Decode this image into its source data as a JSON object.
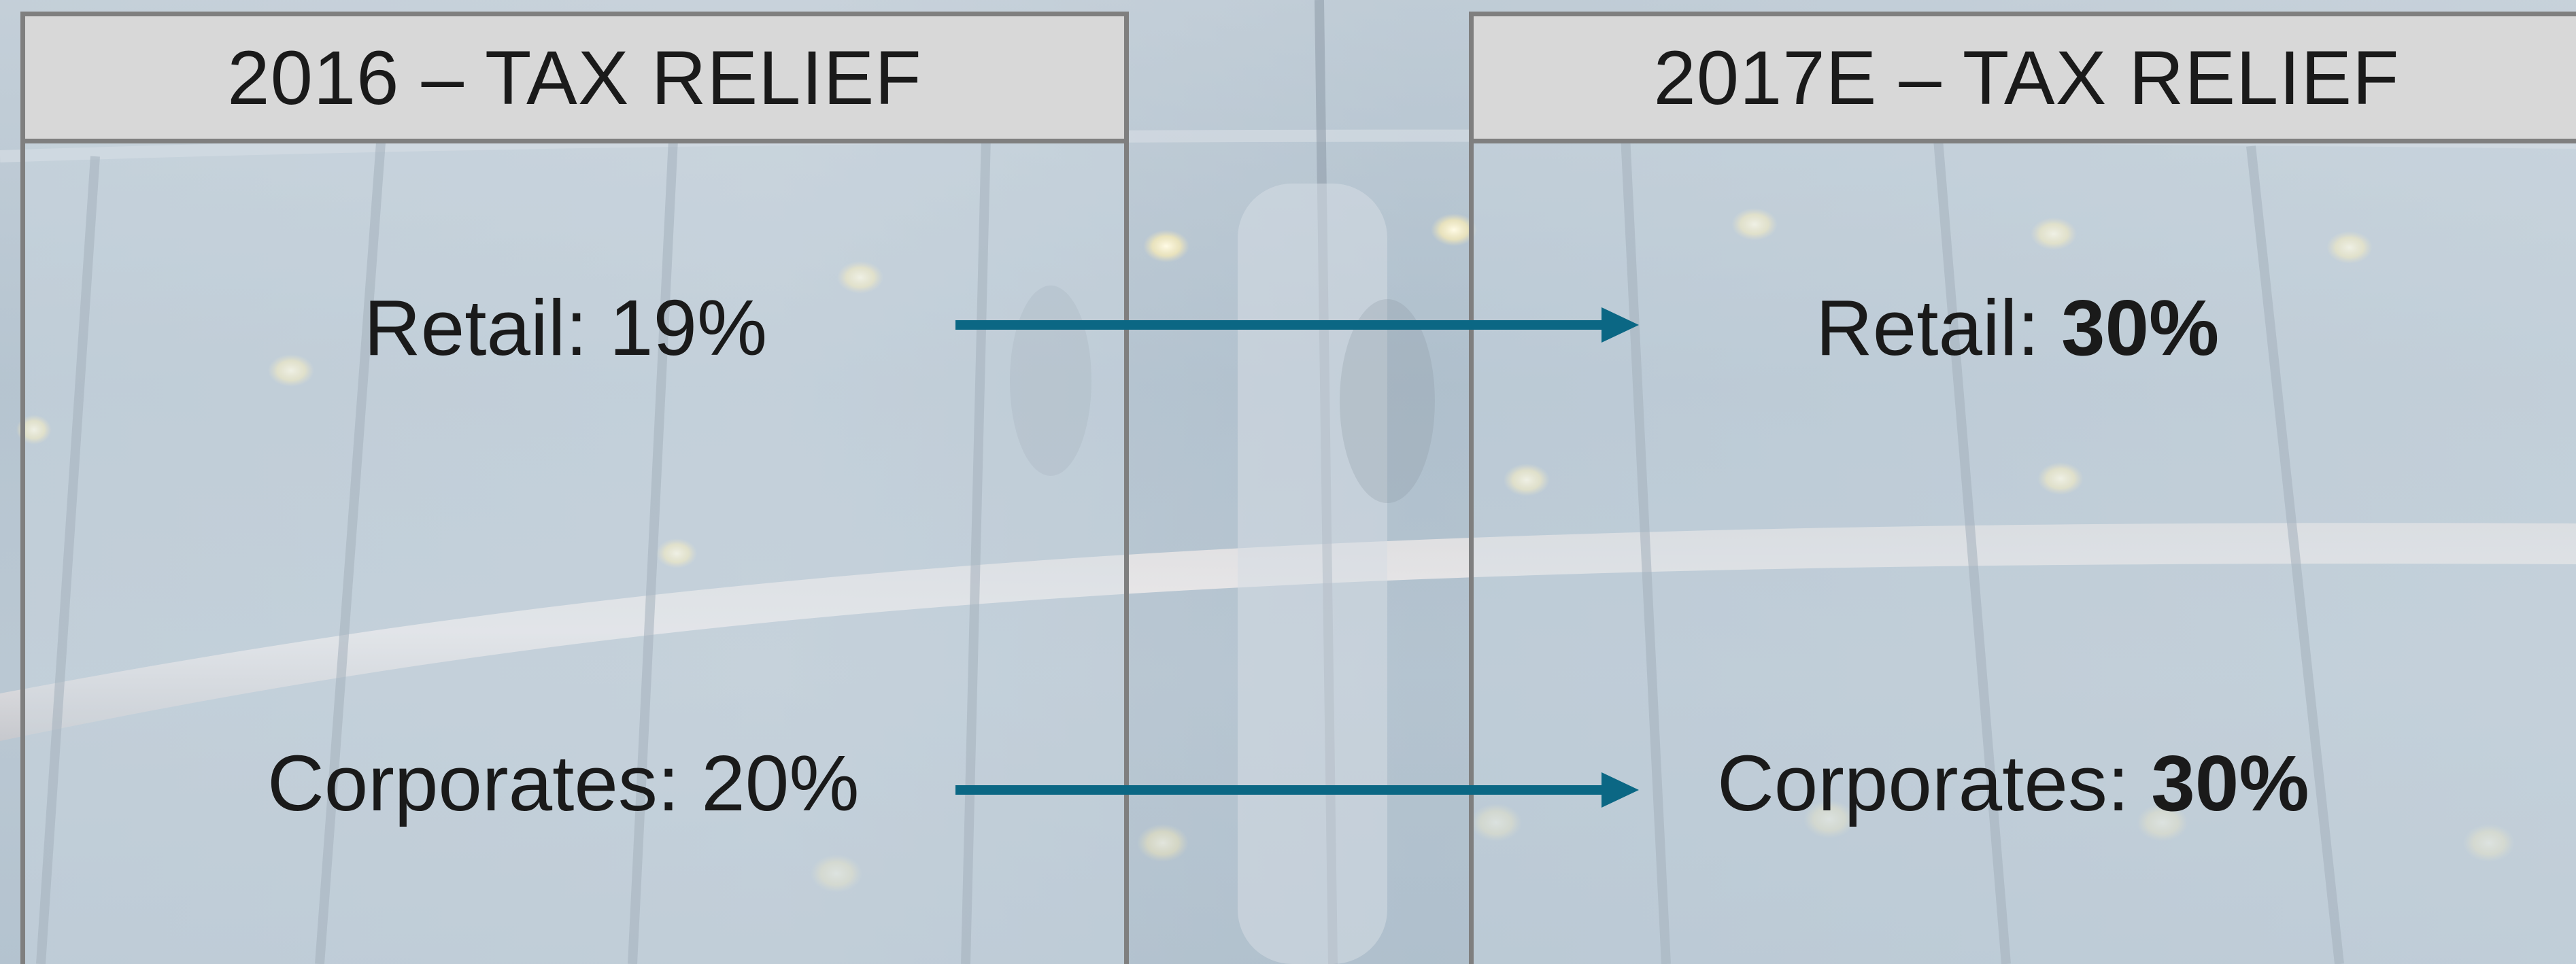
{
  "colors": {
    "arrow": "#0b6784",
    "panel_border": "#7f7f7f",
    "header_bg": "#d8d8d8",
    "text": "#1a1a1a"
  },
  "panels": {
    "left": {
      "header": "2016 – TAX RELIEF",
      "rows": [
        {
          "label": "Retail: ",
          "value": "19%"
        },
        {
          "label": "Corporates: ",
          "value": "20%"
        }
      ]
    },
    "right": {
      "header": "2017E – TAX RELIEF",
      "rows": [
        {
          "label": "Retail: ",
          "value": "30%"
        },
        {
          "label": "Corporates: ",
          "value": "30%"
        }
      ]
    }
  }
}
